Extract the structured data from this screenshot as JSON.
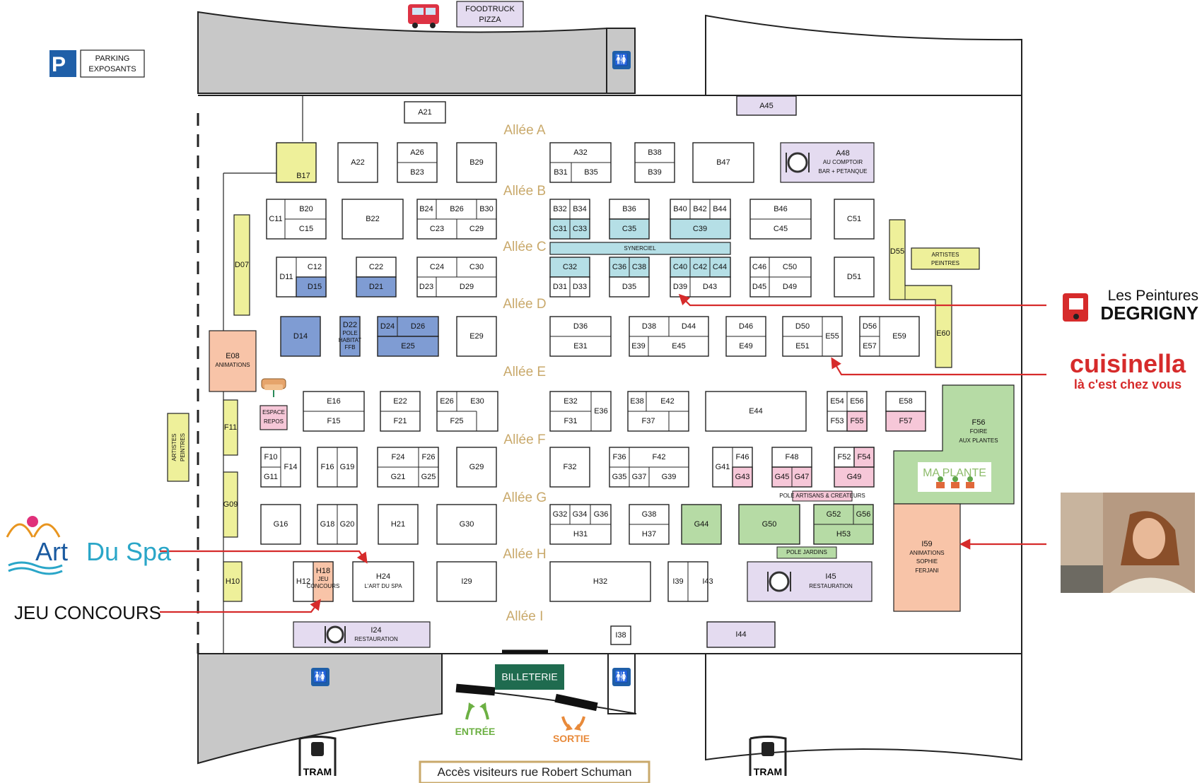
{
  "colors": {
    "yellow": "#eef09a",
    "blue": "#7f9cd3",
    "lightblue": "#b5dfe6",
    "pink": "#f6c7d8",
    "green": "#b6dba5",
    "lavender": "#e4dbf0",
    "salmon": "#f8c4a8",
    "grey": "#c8c8c8",
    "gold": "#c9a96b",
    "red": "#d62b2b",
    "darkgreen": "#1f6b4f",
    "entry": "#6cb043",
    "exit": "#e88a3a",
    "wcblue": "#1f5fa8"
  },
  "top": {
    "foodtruck": [
      "FOODTRUCK",
      "PIZZA"
    ],
    "parking": [
      "PARKING",
      "EXPOSANTS"
    ],
    "parking_letter": "P"
  },
  "alleys": [
    "Allée A",
    "Allée B",
    "Allée C",
    "Allée D",
    "Allée E",
    "Allée F",
    "Allée G",
    "Allée H",
    "Allée I"
  ],
  "zones": {
    "synerciel": "SYNERCIEL",
    "artistes_left": [
      "ARTISTES",
      "PEINTRES"
    ],
    "artistes_right": [
      "ARTISTES",
      "PEINTRES"
    ],
    "e08": [
      "E08",
      "ANIMATIONS"
    ],
    "repos": [
      "ESPACE",
      "REPOS"
    ],
    "d22": [
      "D22",
      "POLE",
      "HABITAT",
      "FFB"
    ],
    "a48": [
      "A48",
      "AU COMPTOIR",
      "BAR + PETANQUE"
    ],
    "f56": [
      "F56",
      "FOIRE",
      "AUX PLANTES"
    ],
    "maplante": "MA PLANTE",
    "i59": [
      "I59",
      "ANIMATIONS",
      "SOPHIE",
      "FERJANI"
    ],
    "pole_artisans": "POLE ARTISANS & CREATEURS",
    "pole_jardins": "POLE JARDINS",
    "i45": [
      "I45",
      "RESTAURATION"
    ],
    "i24": [
      "I24",
      "RESTAURATION"
    ],
    "h24": [
      "H24",
      "L'ART DU SPA"
    ],
    "h18": [
      "H18",
      "JEU",
      "CONCOURS"
    ],
    "billeterie": "BILLETERIE",
    "entree": "ENTRÉE",
    "sortie": "SORTIE",
    "tram": "TRAM",
    "acces": "Accès visiteurs rue Robert Schuman"
  },
  "sponsors": {
    "degrigny": [
      "Les Peintures",
      "DEGRIGNY"
    ],
    "cuisinella": [
      "cuisinella",
      "là c'est chez vous"
    ],
    "artduspa": [
      "Art",
      "Du Spa"
    ],
    "jeu": "JEU CONCOURS"
  }
}
